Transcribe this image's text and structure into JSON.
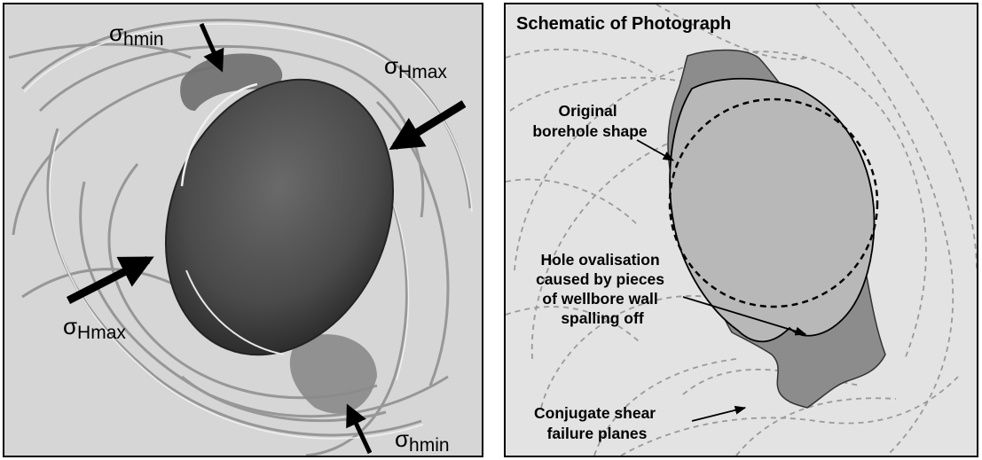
{
  "photo": {
    "stress_labels": {
      "shmin_top": {
        "sym": "σ",
        "sub": "hmin"
      },
      "sHmax_right": {
        "sym": "σ",
        "sub": "Hmax"
      },
      "sHmax_left": {
        "sym": "σ",
        "sub": "Hmax"
      },
      "shmin_bottom": {
        "sym": "σ",
        "sub": "hmin"
      }
    }
  },
  "schematic": {
    "title": "Schematic of Photograph",
    "original_shape_label": [
      "Original",
      "borehole shape"
    ],
    "ovalisation_label": [
      "Hole ovalisation",
      "caused by pieces",
      "of wellbore wall",
      "spalling off"
    ],
    "shear_label": [
      "Conjugate shear",
      "failure planes"
    ]
  },
  "colors": {
    "photo_background": "#d9d9d9",
    "borehole_dark": "#4a4a4a",
    "schematic_background": "#e3e3e3",
    "breakout_fill": "#8c8c8c",
    "ovalised_hole_fill": "#b8b8b8",
    "fracture_lines": "#999999"
  }
}
